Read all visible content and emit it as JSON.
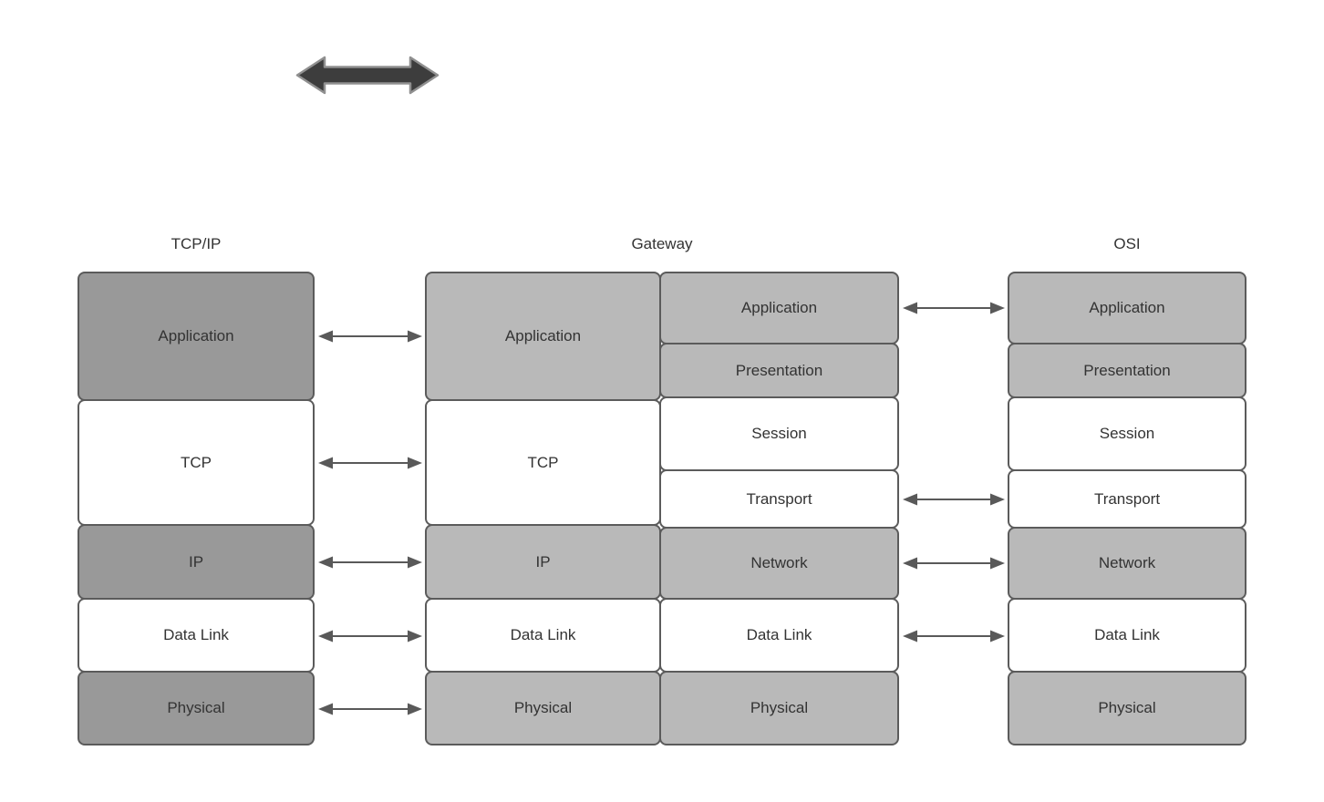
{
  "diagram": {
    "titles": {
      "tcpip": "TCP/IP",
      "gateway": "Gateway",
      "osi": "OSI"
    },
    "tcpip_layers": [
      "Application",
      "TCP",
      "IP",
      "Data Link",
      "Physical"
    ],
    "gateway_left_layers": [
      "Application",
      "TCP",
      "IP",
      "Data Link",
      "Physical"
    ],
    "gateway_right_layers": [
      "Application",
      "Presentation",
      "Session",
      "Transport",
      "Network",
      "Data Link",
      "Physical"
    ],
    "osi_layers": [
      "Application",
      "Presentation",
      "Session",
      "Transport",
      "Network",
      "Data Link",
      "Physical"
    ],
    "connections": {
      "tcpip_to_gateway": [
        "Application",
        "TCP",
        "IP",
        "Data Link",
        "Physical"
      ],
      "gateway_to_osi": [
        "Application",
        "Transport",
        "Network",
        "Data Link"
      ]
    },
    "icons": {
      "top_icon": "thick-double-arrow-icon",
      "connector_icon": "double-arrow-icon"
    },
    "colors": {
      "tcpip_shaded_fill": "#999999",
      "gateway_osi_shaded_fill": "#b9b9b9",
      "unshaded_fill": "#ffffff",
      "border": "#5b5b5b",
      "text": "#333333",
      "connector_arrow": "#595959",
      "thick_arrow_fill": "#3d3d3d",
      "thick_arrow_outline": "#909090",
      "background": "#ffffff"
    }
  }
}
